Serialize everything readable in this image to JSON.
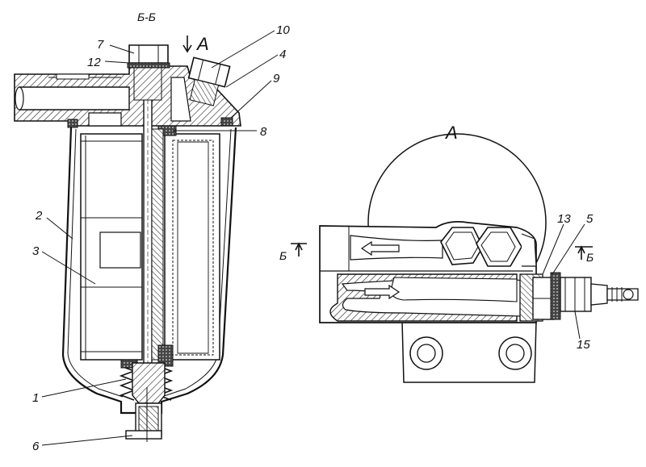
{
  "section_title": "Б-Б",
  "view_label": "А",
  "arrow_label": "А",
  "section_marks": {
    "left": "Б",
    "right": "Б"
  },
  "callouts": {
    "c1": "1",
    "c2": "2",
    "c3": "3",
    "c4": "4",
    "c5": "5",
    "c6": "6",
    "c7": "7",
    "c8": "8",
    "c9": "9",
    "c10": "10",
    "c12": "12",
    "c13": "13",
    "c15": "15"
  }
}
